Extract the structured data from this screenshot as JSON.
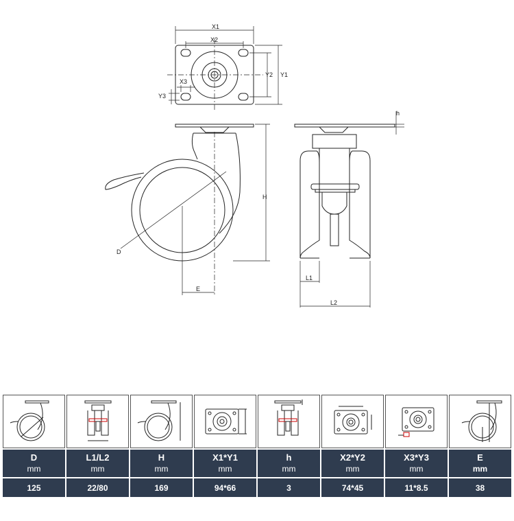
{
  "drawing": {
    "labels": {
      "x1": "X1",
      "x2": "X2",
      "x3": "X3",
      "y1": "Y1",
      "y2": "Y2",
      "y3": "Y3",
      "h_small": "h",
      "H": "H",
      "D": "D",
      "E": "E",
      "L1": "L1",
      "L2": "L2"
    }
  },
  "table": {
    "columns": [
      {
        "key": "d",
        "icon": "wheel-diameter-icon",
        "label": "D",
        "unit": "mm",
        "unit_bold": false,
        "value": "125"
      },
      {
        "key": "l1l2",
        "icon": "wheel-width-icon",
        "label": "L1/L2",
        "unit": "mm",
        "unit_bold": false,
        "value": "22/80"
      },
      {
        "key": "h_total",
        "icon": "total-height-icon",
        "label": "H",
        "unit": "mm",
        "unit_bold": false,
        "value": "169"
      },
      {
        "key": "x1y1",
        "icon": "plate-size-icon",
        "label": "X1*Y1",
        "unit": "mm",
        "unit_bold": false,
        "value": "94*66"
      },
      {
        "key": "h_plate",
        "icon": "plate-thickness-icon",
        "label": "h",
        "unit": "mm",
        "unit_bold": false,
        "value": "3"
      },
      {
        "key": "x2y2",
        "icon": "hole-spacing-icon",
        "label": "X2*Y2",
        "unit": "mm",
        "unit_bold": false,
        "value": "74*45"
      },
      {
        "key": "x3y3",
        "icon": "bolt-hole-size-icon",
        "label": "X3*Y3",
        "unit": "mm",
        "unit_bold": false,
        "value": "11*8.5"
      },
      {
        "key": "e",
        "icon": "swivel-offset-icon",
        "label": "E",
        "unit": "mm",
        "unit_bold": true,
        "value": "38"
      }
    ]
  }
}
